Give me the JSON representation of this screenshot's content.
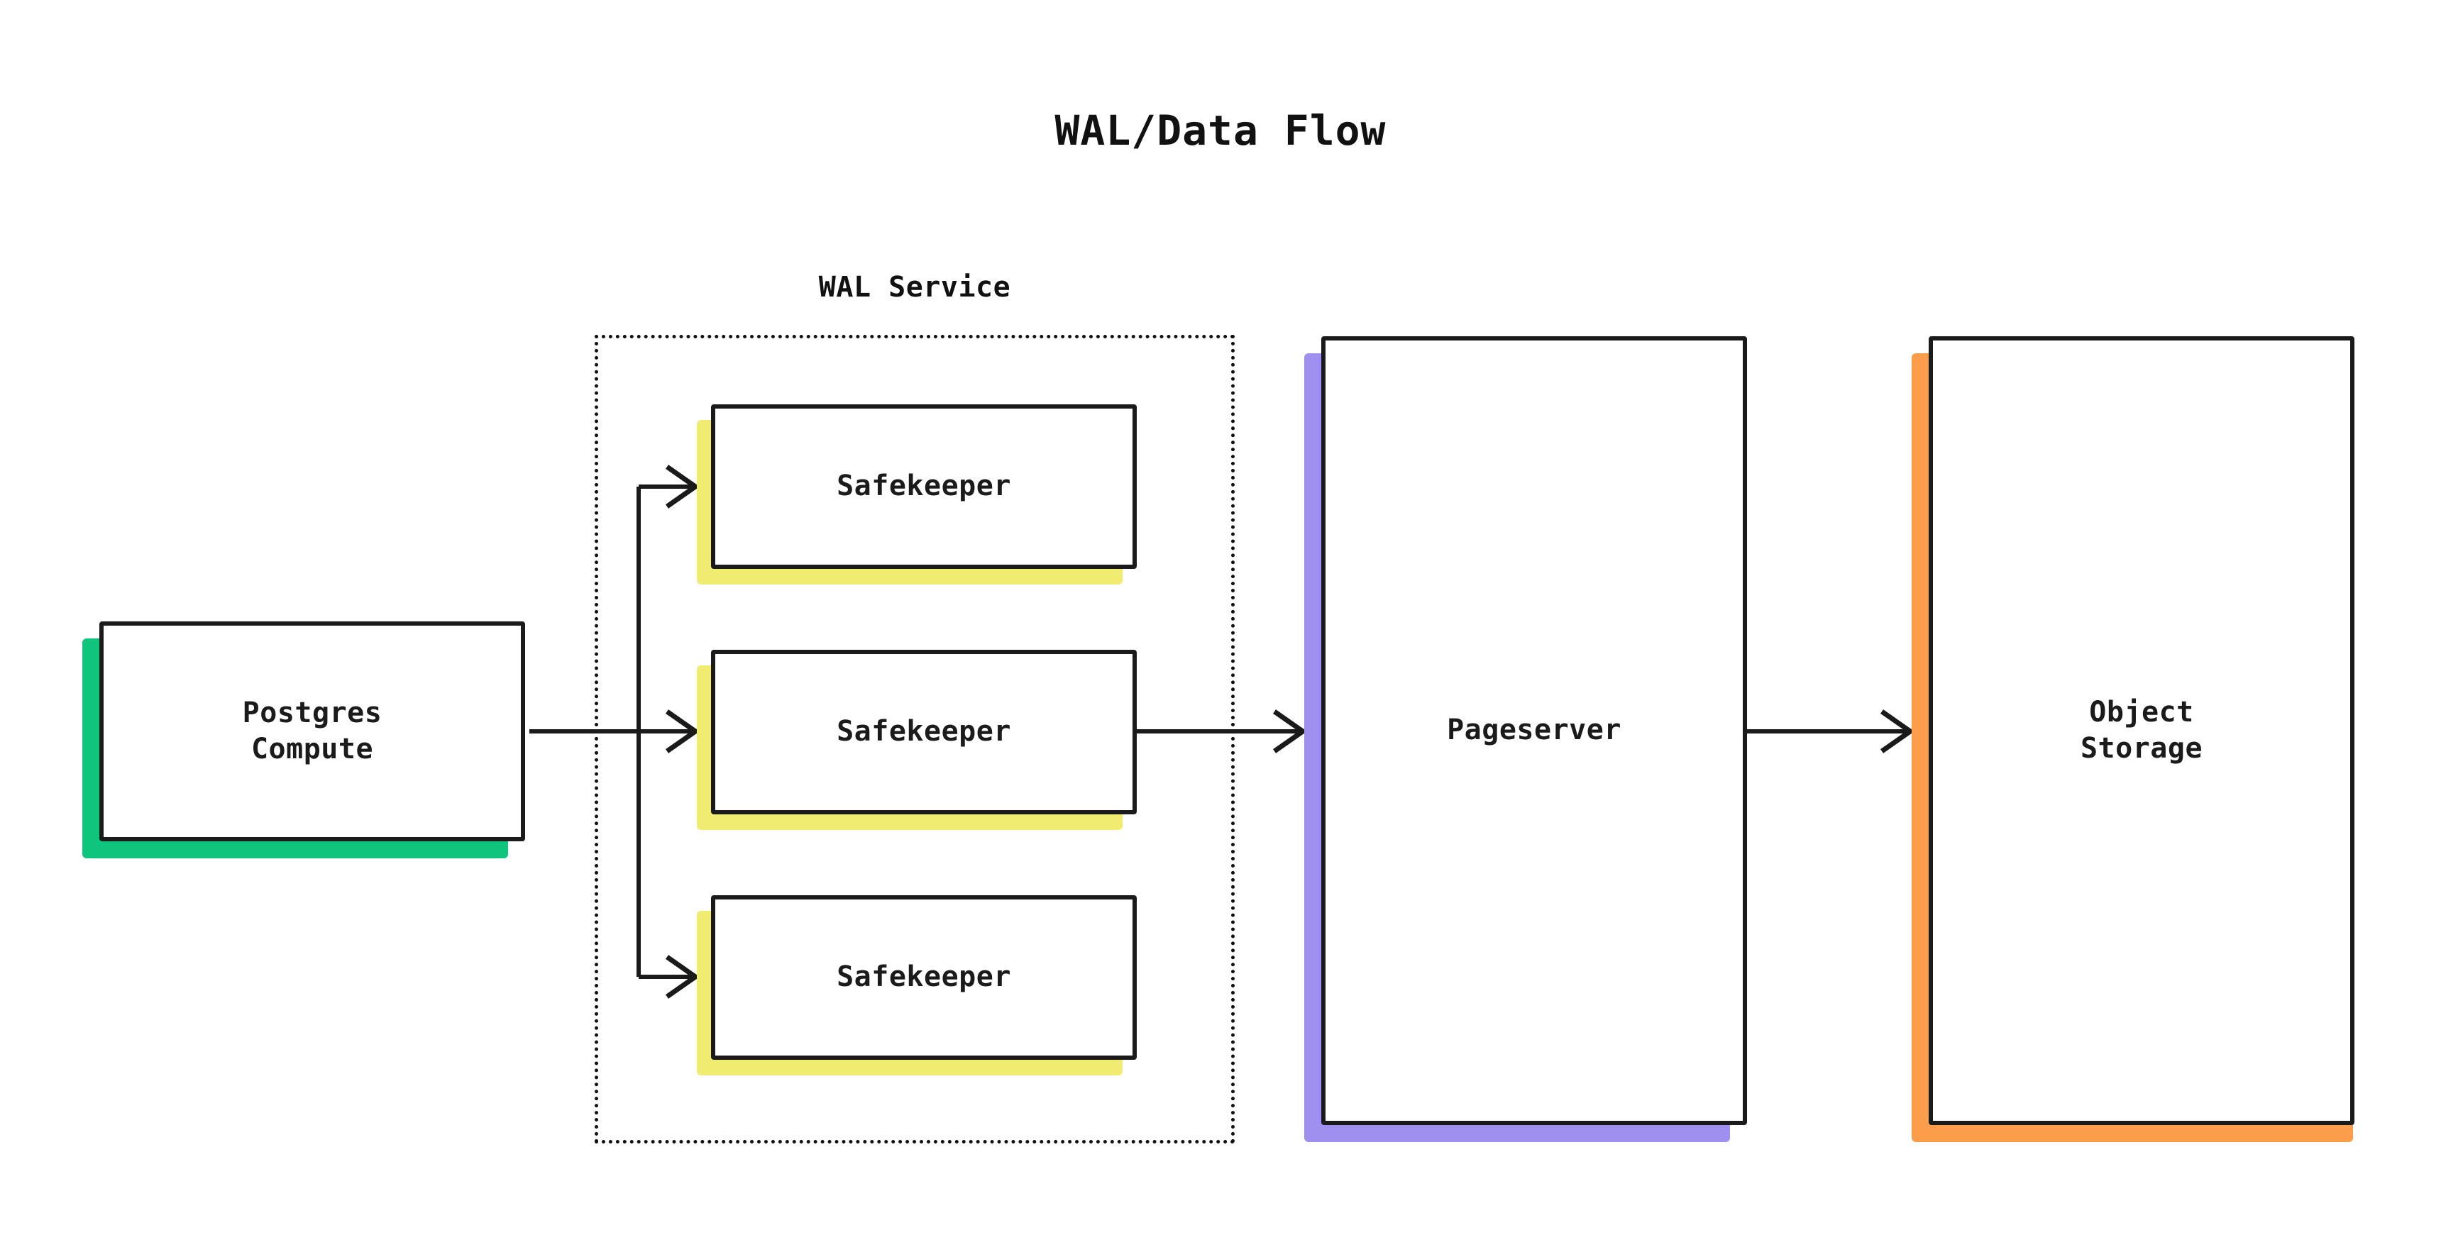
{
  "diagram": {
    "title": "WAL/Data Flow",
    "type": "flowchart",
    "direction": "left-to-right",
    "background_color": "#ffffff",
    "node_border_color": "#1a1a1a",
    "edge_color": "#1a1a1a"
  },
  "cluster": {
    "label": "WAL Service",
    "border_style": "dotted",
    "border_color": "#111111"
  },
  "nodes": [
    {
      "id": "postgres-compute",
      "label": "Postgres\nCompute",
      "shadow_color": "#0fc57e",
      "fill": "#ffffff"
    },
    {
      "id": "safekeeper-1",
      "label": "Safekeeper",
      "shadow_color": "#f0ec72",
      "fill": "#ffffff"
    },
    {
      "id": "safekeeper-2",
      "label": "Safekeeper",
      "shadow_color": "#f0ec72",
      "fill": "#ffffff"
    },
    {
      "id": "safekeeper-3",
      "label": "Safekeeper",
      "shadow_color": "#f0ec72",
      "fill": "#ffffff"
    },
    {
      "id": "pageserver",
      "label": "Pageserver",
      "shadow_color": "#9f90f0",
      "fill": "#ffffff"
    },
    {
      "id": "object-storage",
      "label": "Object\nStorage",
      "shadow_color": "#fb9d4b",
      "fill": "#ffffff"
    }
  ],
  "edges": [
    {
      "from": "postgres-compute",
      "to": "safekeeper-1",
      "arrow": "single"
    },
    {
      "from": "postgres-compute",
      "to": "safekeeper-2",
      "arrow": "single"
    },
    {
      "from": "postgres-compute",
      "to": "safekeeper-3",
      "arrow": "single"
    },
    {
      "from": "safekeeper-2",
      "to": "pageserver",
      "arrow": "single"
    },
    {
      "from": "pageserver",
      "to": "object-storage",
      "arrow": "single"
    }
  ]
}
